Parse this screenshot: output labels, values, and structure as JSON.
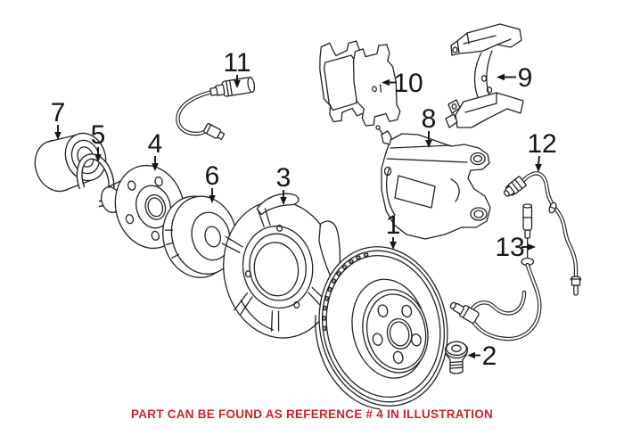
{
  "figure": {
    "background_color": "#ffffff",
    "line_color": "#222222",
    "caption": {
      "text": "PART CAN BE FOUND AS REFERENCE # 4 IN ILLUSTRATION",
      "color": "#C8232B"
    },
    "callouts": [
      {
        "ref": "1"
      },
      {
        "ref": "2"
      },
      {
        "ref": "3"
      },
      {
        "ref": "4"
      },
      {
        "ref": "5"
      },
      {
        "ref": "6"
      },
      {
        "ref": "7"
      },
      {
        "ref": "8"
      },
      {
        "ref": "9"
      },
      {
        "ref": "10"
      },
      {
        "ref": "11"
      },
      {
        "ref": "12"
      },
      {
        "ref": "13"
      }
    ]
  }
}
